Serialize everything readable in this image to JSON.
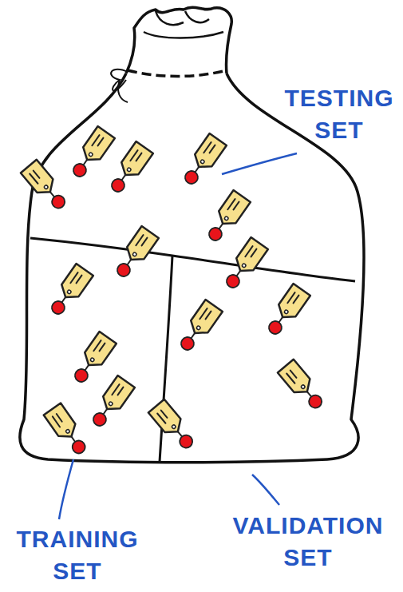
{
  "diagram": {
    "labels": [
      "TESTING SET",
      "TRAINING SET",
      "VALIDATION SET"
    ]
  }
}
